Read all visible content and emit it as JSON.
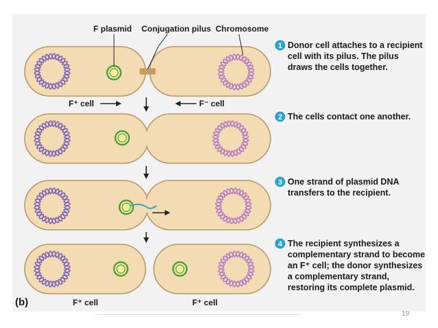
{
  "labels": {
    "f_plasmid": "F plasmid",
    "conjugation_pilus": "Conjugation pilus",
    "chromosome": "Chromosome",
    "f_plus_cell": "F⁺ cell",
    "f_minus_cell": "F⁻ cell",
    "part": "(b)",
    "bottom_left_cell": "F⁺ cell",
    "bottom_right_cell": "F⁺ cell"
  },
  "steps": [
    {
      "number": "1",
      "lines": [
        "Donor cell attaches to a recipient",
        "cell with its pilus. The pilus",
        "draws the cells together."
      ]
    },
    {
      "number": "2",
      "lines": [
        "The cells contact one another."
      ]
    },
    {
      "number": "3",
      "lines": [
        "One strand of plasmid DNA",
        "transfers to the recipient."
      ]
    },
    {
      "number": "4",
      "lines": [
        "The recipient synthesizes a",
        "complementary strand to become",
        "an F⁺ cell; the donor synthesizes",
        "a complementary strand,",
        "restoring its complete plasmid."
      ]
    }
  ],
  "page_number": "19",
  "colors": {
    "cell_fill": "#f3dcb4",
    "cell_stroke": "#b79868",
    "donor_chromosome": "#7a64b8",
    "recipient_chromosome": "#b67ac4",
    "plasmid_outer": "#4e9a42",
    "plasmid_inner": "#f2ee9a",
    "badge": "#2aa3cc",
    "arrow": "#222222"
  }
}
